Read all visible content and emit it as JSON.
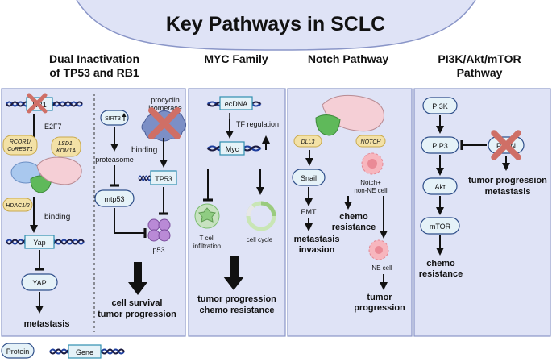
{
  "title": "Key  Pathways in SCLC",
  "colors": {
    "panel": "#dfe3f6",
    "panel_border": "#8a96c8",
    "pill": "#f3e1a6",
    "pill_border": "#c9a94c",
    "gene_box": "#e5f2f8",
    "gene_border": "#2f8fb0",
    "dna_blue": "#1f3f9e",
    "dna_dark": "#1b1b40",
    "cross": "#cf6f66"
  },
  "panels": {
    "tp53_rb1": {
      "heading_line1": "Dual Inactivation",
      "heading_line2": "of TP53 and RB1",
      "rb1": "RB1",
      "e2f7": "E2F7",
      "rcor1": "RCOR1/",
      "corest1": "CoREST1",
      "lsd1": "LSD1,",
      "kdm1a": "KDM1A",
      "hdac": "HDAC1/2",
      "binding_left": "binding",
      "yap_gene": "Yap",
      "yap_protein": "YAP",
      "metastasis": "metastasis",
      "sirt3": "SIRT3",
      "proteasome": "proteasome",
      "procyclin_1": "procyclin",
      "procyclin_2": "isomerase",
      "binding_right": "binding",
      "tp53": "TP53",
      "mtp53": "mtp53",
      "p53": "p53",
      "outcome_1": "cell survival",
      "outcome_2": "tumor progression"
    },
    "myc": {
      "heading": "MYC Family",
      "ecdna": "ecDNA",
      "tf_regulation": "TF regulation",
      "myc": "Myc",
      "tcell_1": "T cell",
      "tcell_2": "infiltration",
      "cell_cycle": "cell cycle",
      "outcome_1": "tumor progression",
      "outcome_2": "chemo resistance"
    },
    "notch": {
      "heading": "Notch Pathway",
      "dll3": "DLL3",
      "notch": "NOTCH",
      "snail": "Snail",
      "notch_cell_1": "Notch+",
      "notch_cell_2": "non-NE cell",
      "emt": "EMT",
      "chemo_1": "chemo",
      "chemo_2": "resistance",
      "metastasis_1": "metastasis",
      "metastasis_2": "invasion",
      "ne_cell": "NE cell",
      "outcome_1": "tumor",
      "outcome_2": "progression"
    },
    "pi3k": {
      "heading_line1": "PI3K/Akt/mTOR",
      "heading_line2": "Pathway",
      "pi3k": "PI3K",
      "pip3": "PIP3",
      "pten": "PTEN",
      "akt": "Akt",
      "mtor": "mTOR",
      "pten_outcome_1": "tumor progression",
      "pten_outcome_2": "metastasis",
      "chemo_1": "chemo",
      "chemo_2": "resistance"
    }
  },
  "legend": {
    "protein": "Protein",
    "gene": "Gene"
  }
}
